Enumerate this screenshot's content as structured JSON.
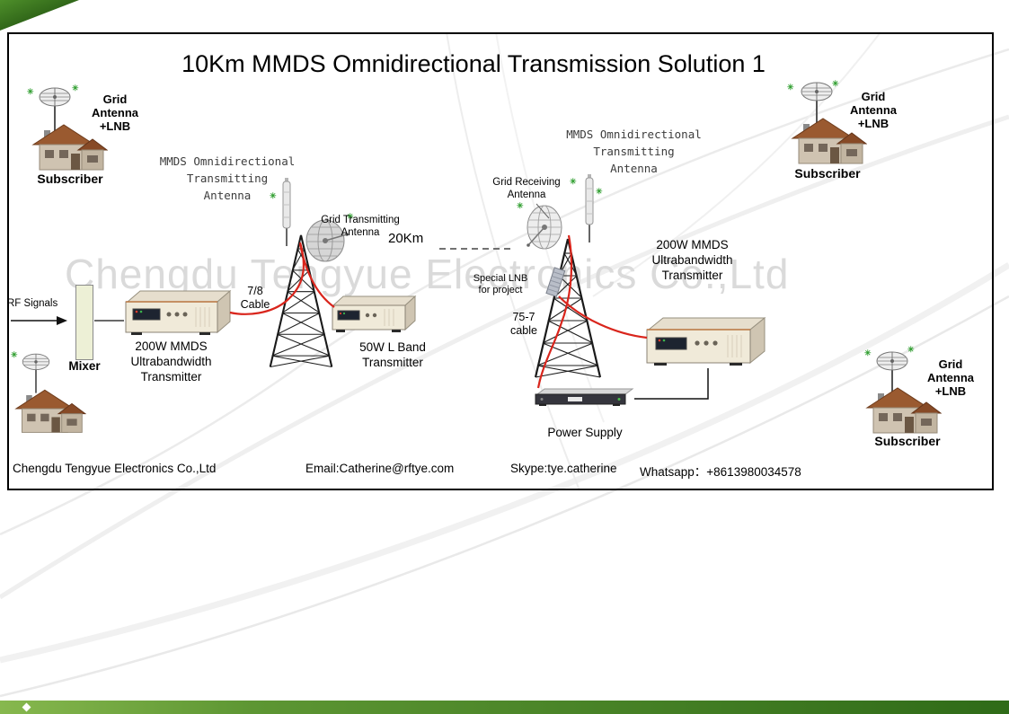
{
  "title": "10Km MMDS Omnidirectional Transmission Solution 1",
  "watermark": "Chengdu Tengyue Electronics Co.,Ltd",
  "colors": {
    "cable_red": "#d9251c",
    "accent_green": "#3f7d1f",
    "watermark_gray": "#dadada"
  },
  "icons": {
    "signal": "✳"
  },
  "shared": {
    "grid_antenna_lines": [
      "Grid",
      "Antenna",
      "+LNB"
    ],
    "subscriber": "Subscriber"
  },
  "left_site": {
    "omni_antenna_label": [
      "MMDS Omnidirectional",
      "Transmitting",
      "Antenna"
    ],
    "grid_tx_label": [
      "Grid Transmitting",
      "Antenna"
    ],
    "distance": "20Km",
    "feeder_label": [
      "7/8",
      "Cable"
    ],
    "transmitter_label": [
      "200W MMDS",
      "Ultrabandwidth",
      "Transmitter"
    ],
    "rf_label": "RF Signals",
    "mixer_label": "Mixer",
    "lband_label": [
      "50W L Band",
      "Transmitter"
    ]
  },
  "right_site": {
    "omni_antenna_label": [
      "MMDS Omnidirectional",
      "Transmitting",
      "Antenna"
    ],
    "grid_rx_label": [
      "Grid Receiving",
      "Antenna"
    ],
    "lnb_label": [
      "Special LNB",
      "for project"
    ],
    "feeder_label": [
      "75-7",
      "cable"
    ],
    "transmitter_label": [
      "200W MMDS",
      "Ultrabandwidth",
      "Transmitter"
    ],
    "power_label": "Power Supply"
  },
  "footer": {
    "company": "Chengdu Tengyue Electronics Co.,Ltd",
    "email": "Email:Catherine@rftye.com",
    "skype": "Skype:tye.catherine",
    "whatsapp": "Whatsapp：+8613980034578"
  }
}
